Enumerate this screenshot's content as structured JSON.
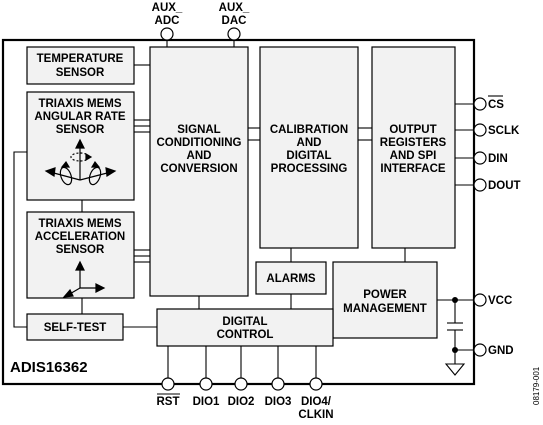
{
  "device_name": "ADIS16362",
  "figure_id": "08179-001",
  "blocks": {
    "temperature_sensor": [
      "TEMPERATURE",
      "SENSOR"
    ],
    "gyro": [
      "TRIAXIS MEMS",
      "ANGULAR RATE",
      "SENSOR"
    ],
    "accel": [
      "TRIAXIS MEMS",
      "ACCELERATION",
      "SENSOR"
    ],
    "self_test": [
      "SELF-TEST"
    ],
    "signal": [
      "SIGNAL",
      "CONDITIONING",
      "AND",
      "CONVERSION"
    ],
    "calibration": [
      "CALIBRATION",
      "AND",
      "DIGITAL",
      "PROCESSING"
    ],
    "output": [
      "OUTPUT",
      "REGISTERS",
      "AND SPI",
      "INTERFACE"
    ],
    "alarms": [
      "ALARMS"
    ],
    "power": [
      "POWER",
      "MANAGEMENT"
    ],
    "digital": [
      "DIGITAL",
      "CONTROL"
    ]
  },
  "pins": {
    "aux_adc": [
      "AUX_",
      "ADC"
    ],
    "aux_dac": [
      "AUX_",
      "DAC"
    ],
    "cs": "CS",
    "sclk": "SCLK",
    "din": "DIN",
    "dout": "DOUT",
    "vcc": "VCC",
    "gnd": "GND",
    "rst": "RST",
    "dio1": "DIO1",
    "dio2": "DIO2",
    "dio3": "DIO3",
    "dio4": [
      "DIO4/",
      "CLKIN"
    ]
  }
}
